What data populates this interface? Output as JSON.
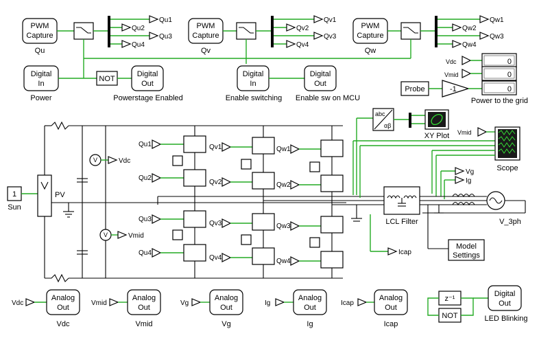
{
  "pwm": [
    {
      "label_line1": "PWM",
      "label_line2": "Capture",
      "name": "Qu",
      "outs": [
        "Qu1",
        "Qu2",
        "Qu3",
        "Qu4"
      ]
    },
    {
      "label_line1": "PWM",
      "label_line2": "Capture",
      "name": "Qv",
      "outs": [
        "Qv1",
        "Qv2",
        "Qv3",
        "Qv4"
      ]
    },
    {
      "label_line1": "PWM",
      "label_line2": "Capture",
      "name": "Qw",
      "outs": [
        "Qw1",
        "Qw2",
        "Qw3",
        "Qw4"
      ]
    }
  ],
  "digital_in_power": {
    "line1": "Digital",
    "line2": "In",
    "caption": "Power"
  },
  "not_block": {
    "label": "NOT"
  },
  "digital_out_ps": {
    "line1": "Digital",
    "line2": "Out",
    "caption": "Powerstage Enabled"
  },
  "digital_in_sw": {
    "line1": "Digital",
    "line2": "In",
    "caption": "Enable switching"
  },
  "digital_out_sw": {
    "line1": "Digital",
    "line2": "Out",
    "caption": "Enable sw on MCU"
  },
  "displays": [
    {
      "label": "Vdc",
      "value": "0"
    },
    {
      "label": "Vmid",
      "value": "0"
    },
    {
      "label": "",
      "value": "0"
    }
  ],
  "probe": {
    "label": "Probe",
    "gain": "-1",
    "caption": "Power to the grid"
  },
  "abc": {
    "line1": "abc",
    "line2": "αβ"
  },
  "xy_plot": {
    "caption": "XY Plot"
  },
  "scope": {
    "caption": "Scope",
    "input": "Vmid"
  },
  "sun": {
    "value": "1",
    "caption": "Sun"
  },
  "pv": {
    "caption": "PV"
  },
  "meters": {
    "vdc": "Vdc",
    "vmid": "Vmid"
  },
  "bridge_gates": [
    "Qu1",
    "Qu2",
    "Qu3",
    "Qu4",
    "Qv1",
    "Qv2",
    "Qv3",
    "Qv4",
    "Qw1",
    "Qw2",
    "Qw3",
    "Qw4"
  ],
  "lcl": {
    "caption": "LCL Filter"
  },
  "grid": {
    "caption": "V_3ph"
  },
  "meas": {
    "vg": "Vg",
    "ig": "Ig",
    "icap": "Icap"
  },
  "model_settings": {
    "line1": "Model",
    "line2": "Settings"
  },
  "analog_outs": [
    {
      "input": "Vdc",
      "line1": "Analog",
      "line2": "Out",
      "caption": "Vdc"
    },
    {
      "input": "Vmid",
      "line1": "Analog",
      "line2": "Out",
      "caption": "Vmid"
    },
    {
      "input": "Vg",
      "line1": "Analog",
      "line2": "Out",
      "caption": "Vg"
    },
    {
      "input": "Ig",
      "line1": "Analog",
      "line2": "Out",
      "caption": "Ig"
    },
    {
      "input": "Icap",
      "line1": "Analog",
      "line2": "Out",
      "caption": "Icap"
    }
  ],
  "delay": {
    "label": "z⁻¹"
  },
  "not_led": {
    "label": "NOT"
  },
  "digital_out_led": {
    "line1": "Digital",
    "line2": "Out",
    "caption": "LED Blinking"
  },
  "colors": {
    "signal": "#22aa22",
    "block_stroke": "#000000",
    "background": "#ffffff"
  }
}
